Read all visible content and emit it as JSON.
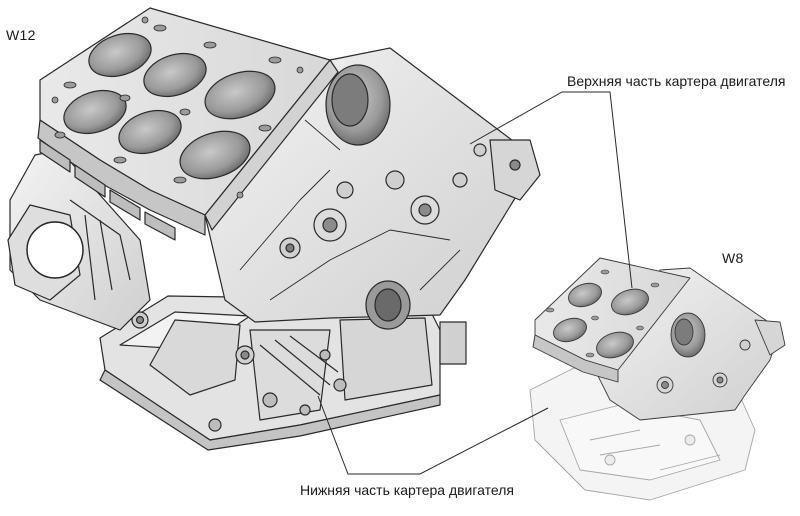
{
  "engines": {
    "w12": {
      "label": "W12"
    },
    "w8": {
      "label": "W8"
    }
  },
  "callouts": {
    "upper_crankcase": "Верхняя часть картера двигателя",
    "lower_crankcase": "Нижняя часть картера двигателя"
  },
  "colors": {
    "ink": "#2a2a2a",
    "metal_light": "#eeeeee",
    "metal_mid": "#d4d4d4",
    "metal_dark": "#a9a9a9",
    "bore": "#8f8f8f",
    "ghost": "#e6e6e6"
  }
}
